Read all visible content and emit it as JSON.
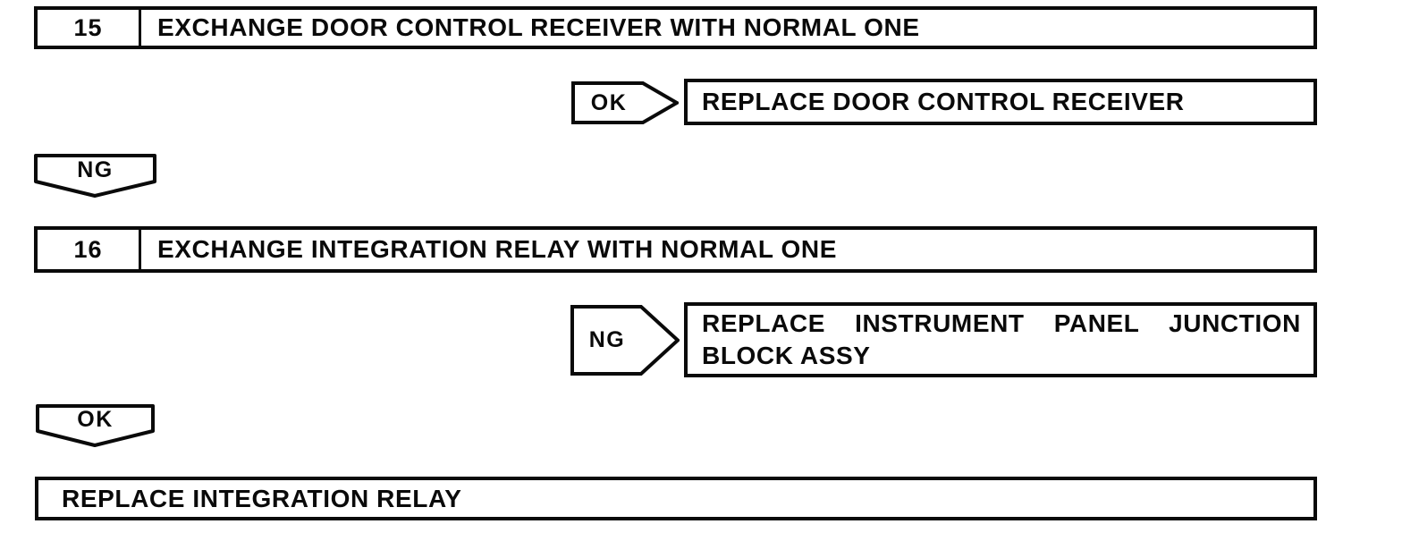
{
  "page": {
    "background": "#ffffff",
    "line_color": "#0a0a0a",
    "type": "troubleshooting-flowchart"
  },
  "flowchart": {
    "steps": [
      {
        "number": "15",
        "title": "EXCHANGE DOOR CONTROL RECEIVER WITH NORMAL ONE",
        "branch": {
          "tag": "OK",
          "tag_shape": "right-arrow-pentagon-icon",
          "result_lines": [
            "REPLACE DOOR CONTROL RECEIVER"
          ]
        },
        "continue_tag": "NG",
        "continue_shape": "down-flag-icon"
      },
      {
        "number": "16",
        "title": "EXCHANGE INTEGRATION RELAY WITH NORMAL ONE",
        "branch": {
          "tag": "NG",
          "tag_shape": "right-arrow-pentagon-icon",
          "result_lines": [
            "REPLACE INSTRUMENT PANEL JUNCTION",
            "BLOCK ASSY"
          ]
        },
        "continue_tag": "OK",
        "continue_shape": "down-flag-icon"
      }
    ],
    "final_result": "REPLACE INTEGRATION RELAY"
  }
}
